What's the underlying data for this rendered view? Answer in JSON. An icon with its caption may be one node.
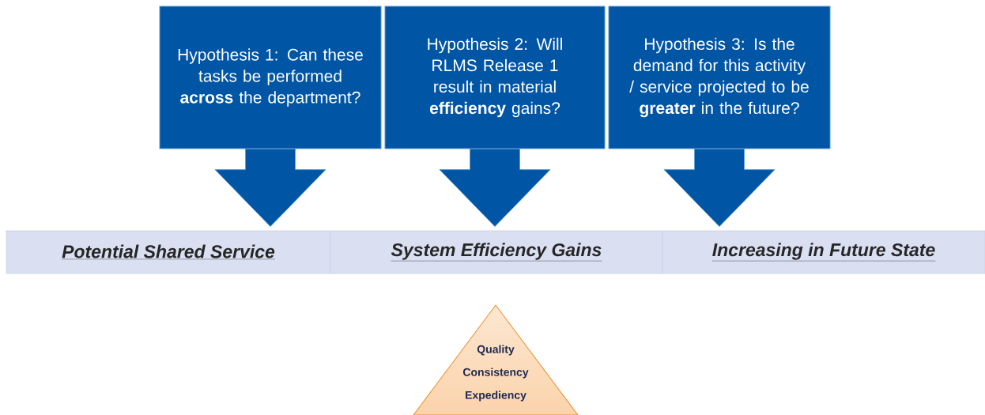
{
  "diagram": {
    "nodes": [
      {
        "text": [
          "Hypothesis 1:  Can these tasks be performed **across** the department?"
        ]
      },
      {
        "text": [
          "Hypothesis 2:  Will RLMS Release 1 result in material **efficiency** gains?"
        ]
      },
      {
        "text": [
          "Hypothesis 3:  Is the demand for this activity / service projected to be **greater** in the future?"
        ]
      },
      {
        "text": [
          "Potential Shared Service"
        ]
      },
      {
        "text": [
          "System Efficiency Gains"
        ]
      },
      {
        "text": [
          "Increasing in Future State"
        ]
      },
      {
        "text": [
          "Quality",
          "Consistency",
          "Expediency"
        ]
      }
    ],
    "edges": [
      {
        "from": 0,
        "to": 3,
        "arrow": "to"
      },
      {
        "from": 1,
        "to": 4,
        "arrow": "to"
      },
      {
        "from": 2,
        "to": 5,
        "arrow": "to"
      }
    ]
  }
}
